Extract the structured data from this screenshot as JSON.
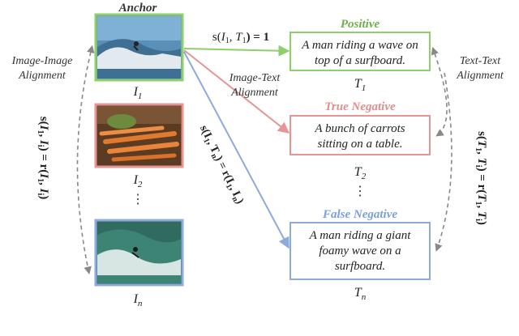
{
  "anchor": {
    "label": "Anchor",
    "image_label": "I",
    "image_sub": "1",
    "border_color": "#8fcf6b"
  },
  "images": [
    {
      "label": "I",
      "sub": "2",
      "border_color": "#e69494",
      "icon": "carrots-photo"
    },
    {
      "label": "I",
      "sub": "n",
      "border_color": "#8ea9dc",
      "icon": "surfer-photo"
    }
  ],
  "vdots": "⋮",
  "left_label": [
    "Image-Image",
    "Alignment"
  ],
  "right_label": [
    "Text-Text",
    "Alignment"
  ],
  "mid_label": [
    "Image-Text",
    "Alignment"
  ],
  "texts": [
    {
      "category": "Positive",
      "category_color": "#6fae4a",
      "border_color": "#8fcf6b",
      "lines": [
        "A man riding a wave on",
        "top of a surfboard."
      ],
      "label": "T",
      "sub": "1"
    },
    {
      "category": "True Negative",
      "category_color": "#e48b8b",
      "border_color": "#e69494",
      "lines": [
        "A bunch of carrots",
        "sitting on a table."
      ],
      "label": "T",
      "sub": "2"
    },
    {
      "category": "False Negative",
      "category_color": "#7b9fd8",
      "border_color": "#8ea9dc",
      "lines": [
        "A man riding a giant",
        "foamy wave on a",
        "surfboard."
      ],
      "label": "T",
      "sub": "n"
    }
  ],
  "colors": {
    "positive": "#8fcf6b",
    "true_negative": "#e69494",
    "false_negative": "#8ea9dc",
    "dashed": "#888888"
  },
  "formulas": {
    "top": {
      "pre": "s(",
      "a": "I",
      "a_sub": "1",
      "b": "T",
      "b_sub": "1",
      "post": ") = 1"
    },
    "left": {
      "f1": "s",
      "f2": "r",
      "a": "I",
      "a_sub": "1",
      "b": "I",
      "b_sub": "i"
    },
    "right": {
      "f1": "s",
      "f2": "r",
      "a": "T",
      "a_sub": "1",
      "b": "T",
      "b_sub": "i"
    },
    "diag": {
      "f1": "s",
      "f2": "r",
      "a": "I",
      "a_sub": "1",
      "b": "T",
      "b_sub": "n",
      "c": "I",
      "c_sub": "1",
      "d": "I",
      "d_sub": "n"
    }
  }
}
